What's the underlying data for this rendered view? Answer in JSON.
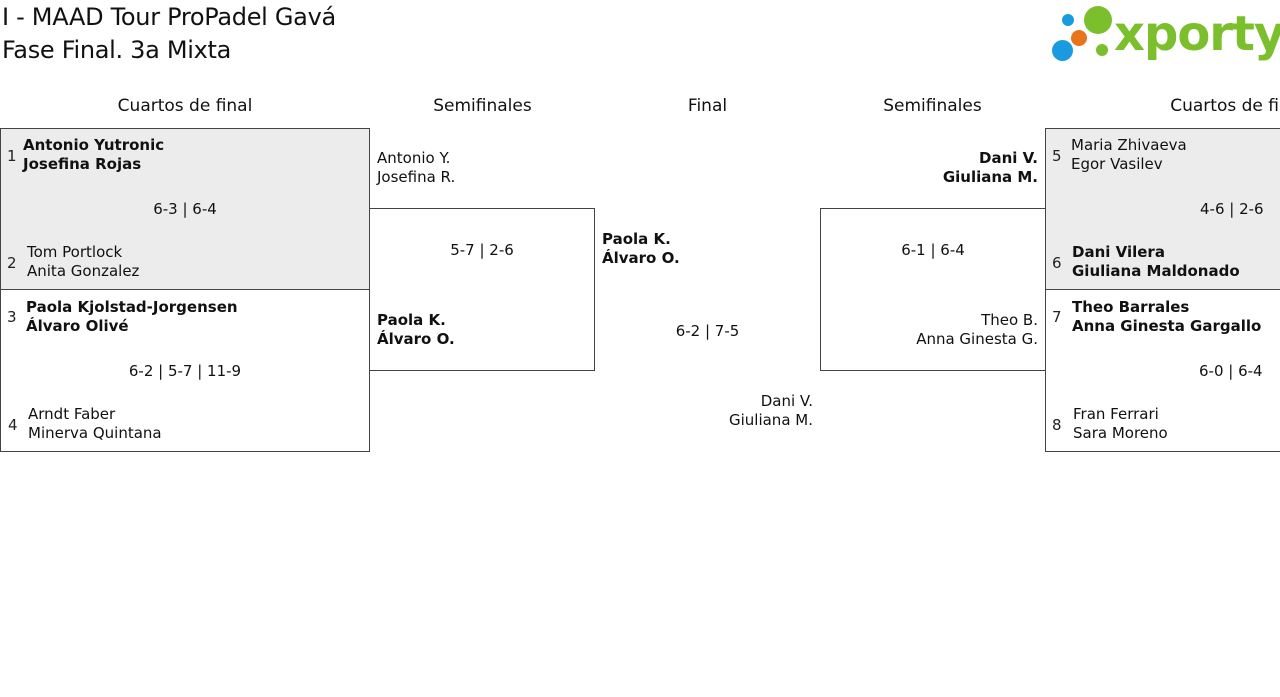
{
  "header": {
    "title_line1": "I - MAAD Tour ProPadel Gavá",
    "title_line2": "Fase Final. 3a Mixta",
    "logo_text": "xporty",
    "logo_colors": {
      "green": "#7cbf2d",
      "blue": "#1a9be0",
      "orange": "#e8751a"
    }
  },
  "rounds": {
    "qf_left": "Cuartos de final",
    "sf_left": "Semifinales",
    "final": "Final",
    "sf_right": "Semifinales",
    "qf_right": "Cuartos de fin"
  },
  "quarterfinals_left": [
    {
      "seed_a": "1",
      "a1": "Antonio Yutronic",
      "a2": "Josefina Rojas",
      "seed_b": "2",
      "b1": "Tom Portlock",
      "b2": "Anita Gonzalez",
      "score": "6-3 | 6-4"
    },
    {
      "seed_a": "3",
      "a1": "Paola Kjolstad-Jorgensen",
      "a2": "Álvaro Olivé",
      "seed_b": "4",
      "b1": "Arndt Faber",
      "b2": "Minerva Quintana",
      "score": "6-2 | 5-7 | 11-9"
    }
  ],
  "quarterfinals_right": [
    {
      "seed_a": "5",
      "a1": "Maria Zhivaeva",
      "a2": "Egor Vasilev",
      "seed_b": "6",
      "b1": "Dani Vilera",
      "b2": "Giuliana Maldonado",
      "score": "4-6 | 2-6"
    },
    {
      "seed_a": "7",
      "a1": "Theo Barrales",
      "a2": "Anna Ginesta Gargallo",
      "seed_b": "8",
      "b1": "Fran Ferrari",
      "b2": "Sara Moreno",
      "score": "6-0 | 6-4"
    }
  ],
  "semifinal_left": {
    "a1": "Antonio Y.",
    "a2": "Josefina R.",
    "b1": "Paola K.",
    "b2": "Álvaro O.",
    "score": "5-7 | 2-6"
  },
  "semifinal_right": {
    "a1": "Dani V.",
    "a2": "Giuliana M.",
    "b1": "Theo B.",
    "b2": "Anna Ginesta G.",
    "score": "6-1 | 6-4"
  },
  "final": {
    "a1": "Paola K.",
    "a2": "Álvaro O.",
    "b1": "Dani V.",
    "b2": "Giuliana M.",
    "score": "6-2 | 7-5"
  }
}
